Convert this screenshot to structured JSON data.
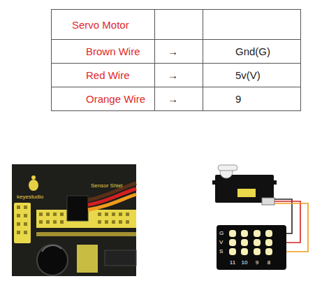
{
  "diagram": {
    "labels": [
      "Servo Motor",
      "Brown Wire",
      "→",
      "Gnd(G)",
      "Red Wire",
      "→",
      "5v(V)",
      "Orange Wire",
      "→",
      "9",
      "keyestudio",
      "Sensor Shiel",
      "G",
      "V",
      "S",
      "11",
      "10",
      "9",
      "8"
    ]
  }
}
